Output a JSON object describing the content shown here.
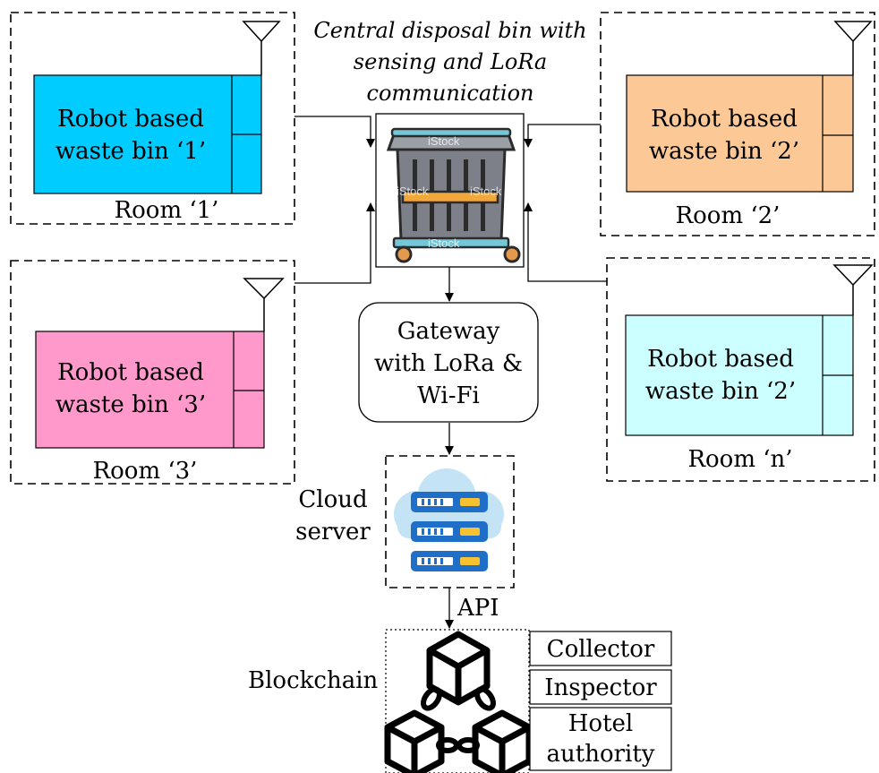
{
  "central": {
    "caption_lines": [
      "Central disposal bin with",
      "sensing and LoRa",
      "communication"
    ],
    "watermark": "iStock"
  },
  "bins": [
    {
      "lines": [
        "Robot based",
        "waste bin ‘1’"
      ],
      "room": "Room ‘1’",
      "color": "#00ccff"
    },
    {
      "lines": [
        "Robot based",
        "waste bin ‘2’"
      ],
      "room": "Room ‘2’",
      "color": "#fcc996"
    },
    {
      "lines": [
        "Robot based",
        "waste bin ‘3’"
      ],
      "room": "Room ‘3’",
      "color": "#ff99cc"
    },
    {
      "lines": [
        "Robot based",
        "waste bin ‘2’"
      ],
      "room": "Room ‘n’",
      "color": "#ccffff"
    }
  ],
  "gateway": {
    "lines": [
      "Gateway",
      "with LoRa &",
      "Wi-Fi"
    ]
  },
  "cloud": {
    "label_lines": [
      "Cloud",
      "server"
    ]
  },
  "api_label": "API",
  "blockchain": {
    "label": "Blockchain",
    "roles": [
      "Collector",
      "Inspector",
      "Hotel",
      "authority"
    ]
  }
}
